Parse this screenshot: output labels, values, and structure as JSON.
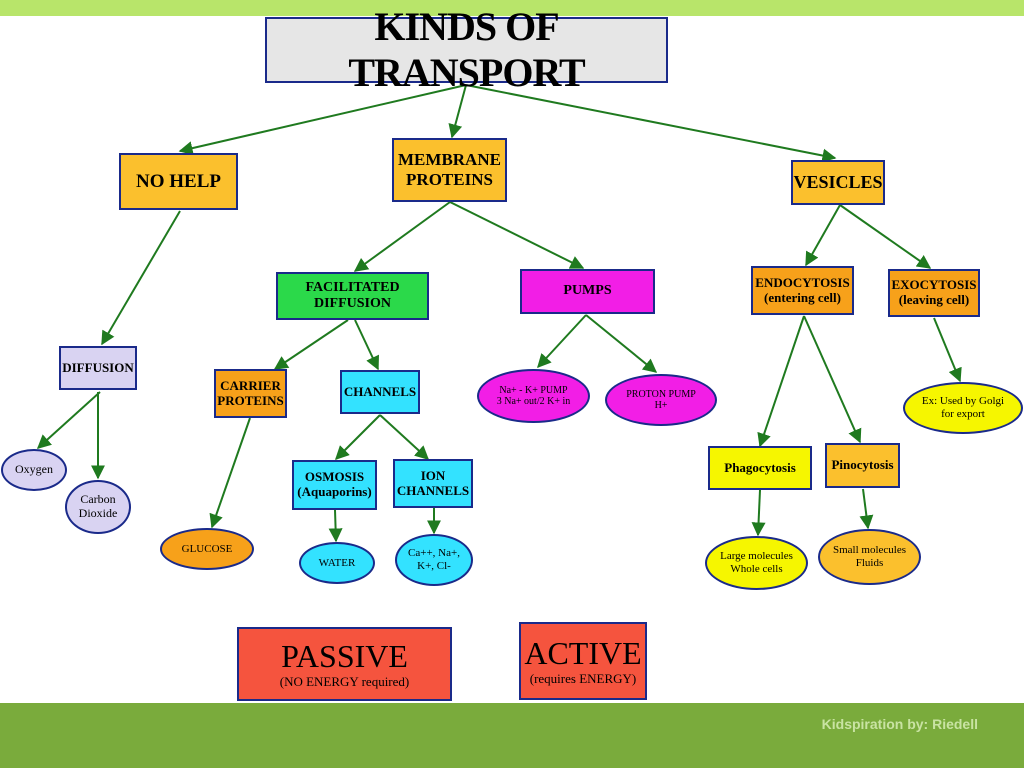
{
  "title": "KINDS OF TRANSPORT",
  "nodes": {
    "no_help": "NO HELP",
    "membrane_proteins": "MEMBRANE\nPROTEINS",
    "vesicles": "VESICLES",
    "diffusion": "DIFFUSION",
    "oxygen": "Oxygen",
    "carbon_dioxide": "Carbon\nDioxide",
    "facilitated_diffusion": "FACILITATED\nDIFFUSION",
    "pumps": "PUMPS",
    "carrier_proteins": "CARRIER\nPROTEINS",
    "channels": "CHANNELS",
    "glucose": "GLUCOSE",
    "osmosis": "OSMOSIS\n(Aquaporins)",
    "ion_channels": "ION\nCHANNELS",
    "water": "WATER",
    "ions": "Ca++, Na+,\nK+, Cl-",
    "na_k_pump": "Na+ - K+ PUMP\n3 Na+ out/2 K+ in",
    "proton_pump": "PROTON PUMP\nH+",
    "endocytosis": "ENDOCYTOSIS\n(entering cell)",
    "exocytosis": "EXOCYTOSIS\n(leaving cell)",
    "golgi": "Ex: Used by Golgi\nfor export",
    "phagocytosis": "Phagocytosis",
    "pinocytosis": "Pinocytosis",
    "large_molecules": "Large molecules\nWhole cells",
    "small_molecules": "Small molecules\nFluids"
  },
  "legend": {
    "passive_title": "PASSIVE",
    "passive_sub": "(NO ENERGY required)",
    "active_title": "ACTIVE",
    "active_sub": "(requires ENERGY)"
  },
  "credit": "Kidspiration by: Riedell",
  "colors": {
    "orange": "#fbc02d",
    "green_node": "#2bd94a",
    "magenta": "#f21ee6",
    "lavender": "#d9d3f2",
    "cyan": "#33e2ff",
    "dark_orange": "#f7a11a",
    "yellow": "#f6f600",
    "red": "#f5543e",
    "arrow": "#1f7a1f"
  }
}
